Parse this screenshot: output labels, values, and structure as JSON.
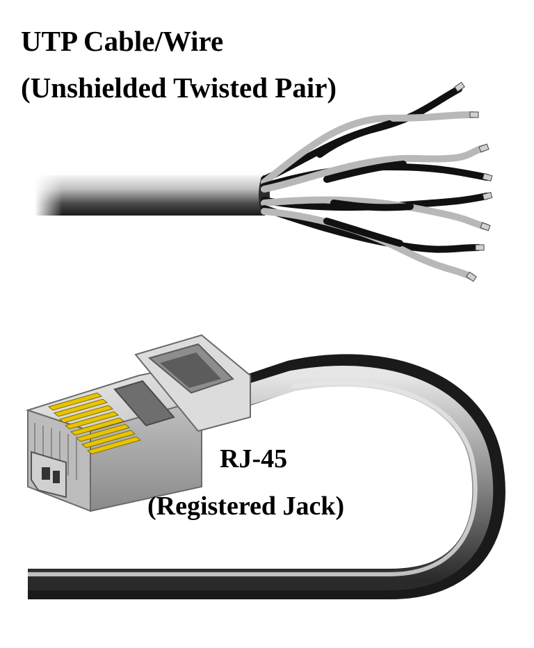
{
  "title": {
    "line1": "UTP Cable/Wire",
    "line2": "(Unshielded Twisted Pair)"
  },
  "connector": {
    "name": "RJ-45",
    "subtitle": "(Registered Jack)"
  },
  "colors": {
    "wire_dark": "#111111",
    "wire_light": "#b8b8b8",
    "jacket": "#9a9a9a",
    "plug": "#d2d2d2",
    "pins": "#e8c400"
  }
}
